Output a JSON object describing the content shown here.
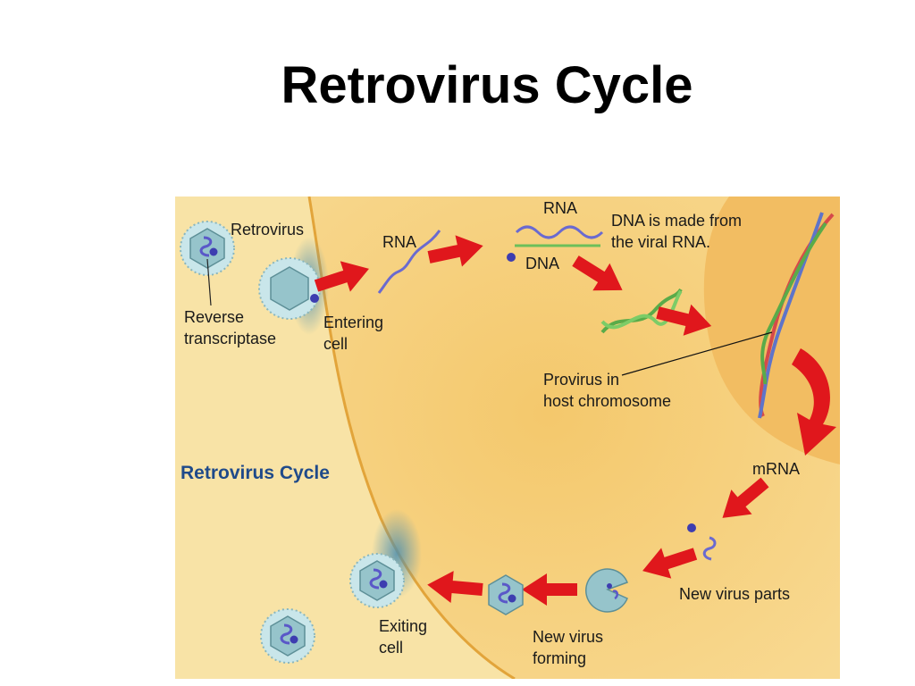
{
  "slide": {
    "title": "Retrovirus Cycle"
  },
  "figure": {
    "caption": "Retrovirus Cycle",
    "labels": {
      "retrovirus": "Retrovirus",
      "reverse_transcriptase_1": "Reverse",
      "reverse_transcriptase_2": "transcriptase",
      "entering_cell_1": "Entering",
      "entering_cell_2": "cell",
      "rna_1": "RNA",
      "rna_2": "RNA",
      "dna": "DNA",
      "dna_made_1": "DNA is made from",
      "dna_made_2": "the viral RNA.",
      "provirus_1": "Provirus in",
      "provirus_2": "host chromosome",
      "mrna": "mRNA",
      "new_virus_parts": "New virus parts",
      "new_virus_forming_1": "New virus",
      "new_virus_forming_2": "forming",
      "exiting_cell_1": "Exiting",
      "exiting_cell_2": "cell"
    },
    "colors": {
      "background_outer": "#f7e1a0",
      "cell_interior": "#f6cf7a",
      "nucleus": "#f3bf64",
      "membrane": "#e1a43c",
      "arrow": "#e0171c",
      "virus_capsid": "#8fc0c7",
      "rna_strand": "#6a6ad0",
      "dna_strand": "#6dbf5a",
      "caption": "#1f4a8a"
    }
  }
}
